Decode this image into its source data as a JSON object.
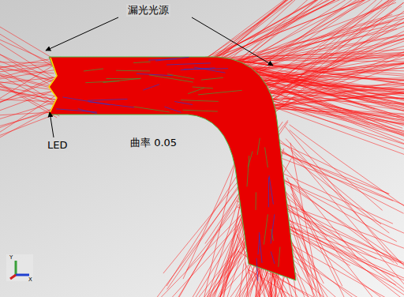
{
  "diagram": {
    "labels": [
      "漏光光源",
      "LED",
      "曲率 0.05",
      "Y",
      "X"
    ]
  }
}
